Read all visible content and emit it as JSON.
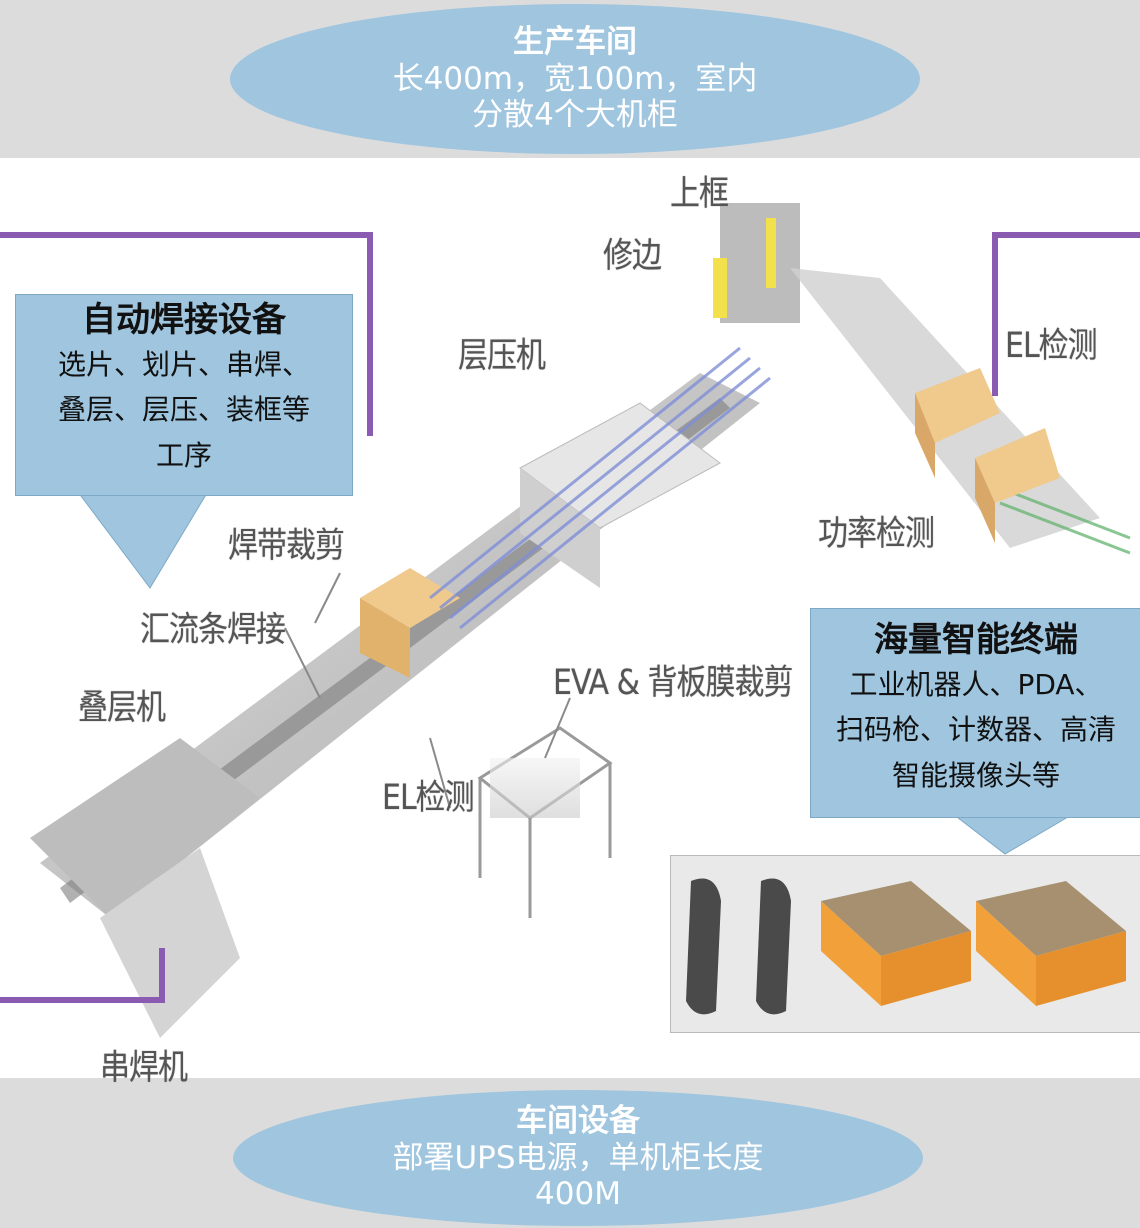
{
  "workshop": {
    "title": "生产车间",
    "lines": [
      "长400m，宽100m，室内",
      "分散4个大机柜"
    ]
  },
  "welding": {
    "title": "自动焊接设备",
    "lines": [
      "选片、划片、串焊、",
      "叠层、层压、装框等",
      "工序"
    ]
  },
  "terminals": {
    "title": "海量智能终端",
    "lines": [
      "工业机器人、PDA、",
      "扫码枪、计数器、高清",
      "智能摄像头等"
    ]
  },
  "equipment": {
    "title": "车间设备",
    "lines": [
      "部署UPS电源，单机柜长度",
      "400M"
    ]
  },
  "labels": {
    "top_frame": "上框",
    "edge_trim": "修边",
    "laminator": "层压机",
    "el_test_right": "EL检测",
    "power_test": "功率检测",
    "ribbon_cut": "焊带裁剪",
    "busbar_weld": "汇流条焊接",
    "layup": "叠层机",
    "eva_cut": "EVA & 背板膜裁剪",
    "el_test_mid": "EL检测",
    "stringer": "串焊机"
  },
  "colors": {
    "ellipse": "#9fc5df",
    "band": "#dcdcdc",
    "bracket": "#8a5bb0"
  }
}
